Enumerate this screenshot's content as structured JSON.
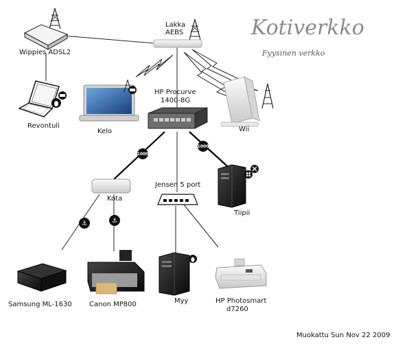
{
  "header": {
    "title": "Kotiverkko",
    "subtitle": "Fyysinen verkko"
  },
  "nodes": {
    "adsl_modem": "Wippies ADSL2",
    "access_point_line1": "Lakka",
    "access_point_line2": "AEBS",
    "laptop_revontuli": "Revontuli",
    "laptop_kelo": "Kelo",
    "switch_line1": "HP Procurve",
    "switch_line2": "1400-8G",
    "console_wii": "Wii",
    "mini_kota": "Kota",
    "switch_jensen": "Jensen 5 port",
    "server_tiipii": "Tiipii",
    "printer_samsung": "Samsung ML-1630",
    "printer_canon": "Canon MP800",
    "server_myy": "Myy",
    "printer_hp_line1": "HP Photosmart",
    "printer_hp_line2": "d7260"
  },
  "badges": {
    "gigabit": "1000",
    "usb": "⚓"
  },
  "footer": {
    "modified": "Muokattu Sun Nov 22 2009"
  },
  "colors": {
    "title": "#8a8a8a",
    "device_dark": "#1a1a1a",
    "device_light": "#e6e6e6"
  }
}
